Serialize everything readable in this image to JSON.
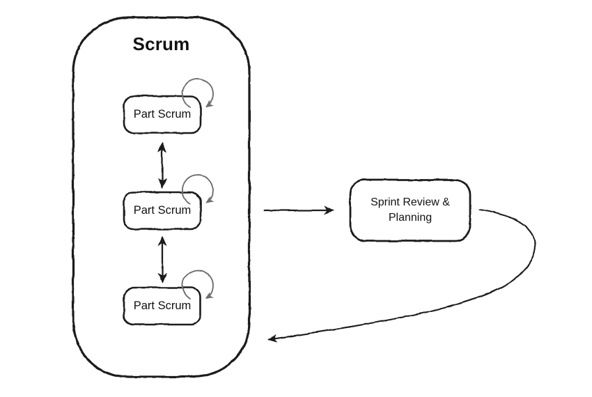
{
  "diagram": {
    "title": "Scrum",
    "part_scrums": [
      {
        "label": "Part Scrum"
      },
      {
        "label": "Part Scrum"
      },
      {
        "label": "Part Scrum"
      }
    ],
    "review_box": {
      "line1": "Sprint Review &",
      "line2": "Planning"
    },
    "colors": {
      "ink": "#1b1b1b",
      "loop": "#6e6e6e",
      "box_fill": "#ffffff",
      "background": "#ffffff"
    }
  }
}
